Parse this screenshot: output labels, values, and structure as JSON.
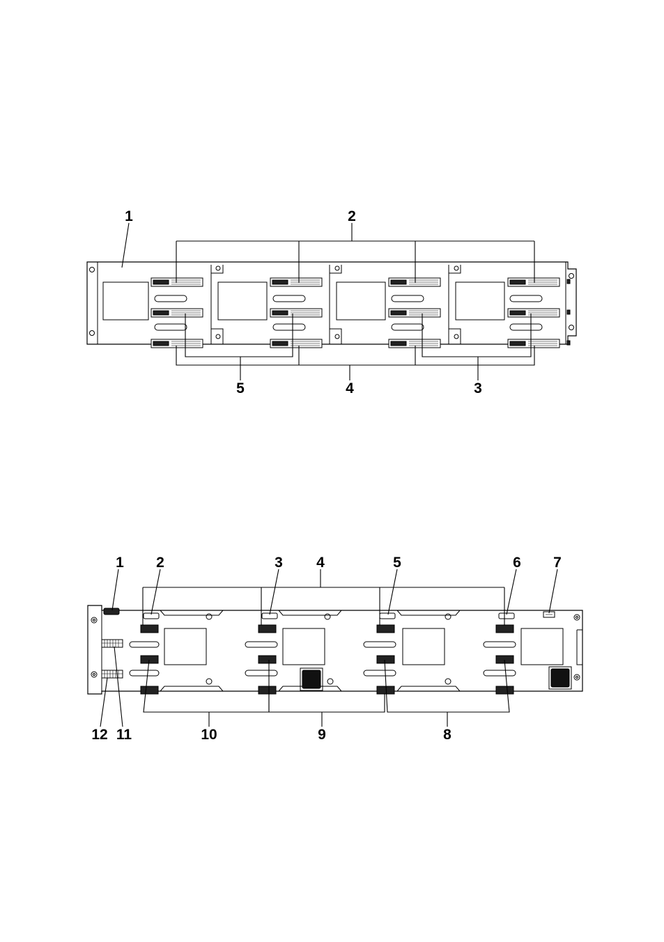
{
  "top_diagram": {
    "callouts": [
      "1",
      "2",
      "3",
      "4",
      "5"
    ]
  },
  "bottom_diagram": {
    "callouts": [
      "1",
      "2",
      "3",
      "4",
      "5",
      "6",
      "7",
      "8",
      "9",
      "10",
      "11",
      "12"
    ]
  }
}
